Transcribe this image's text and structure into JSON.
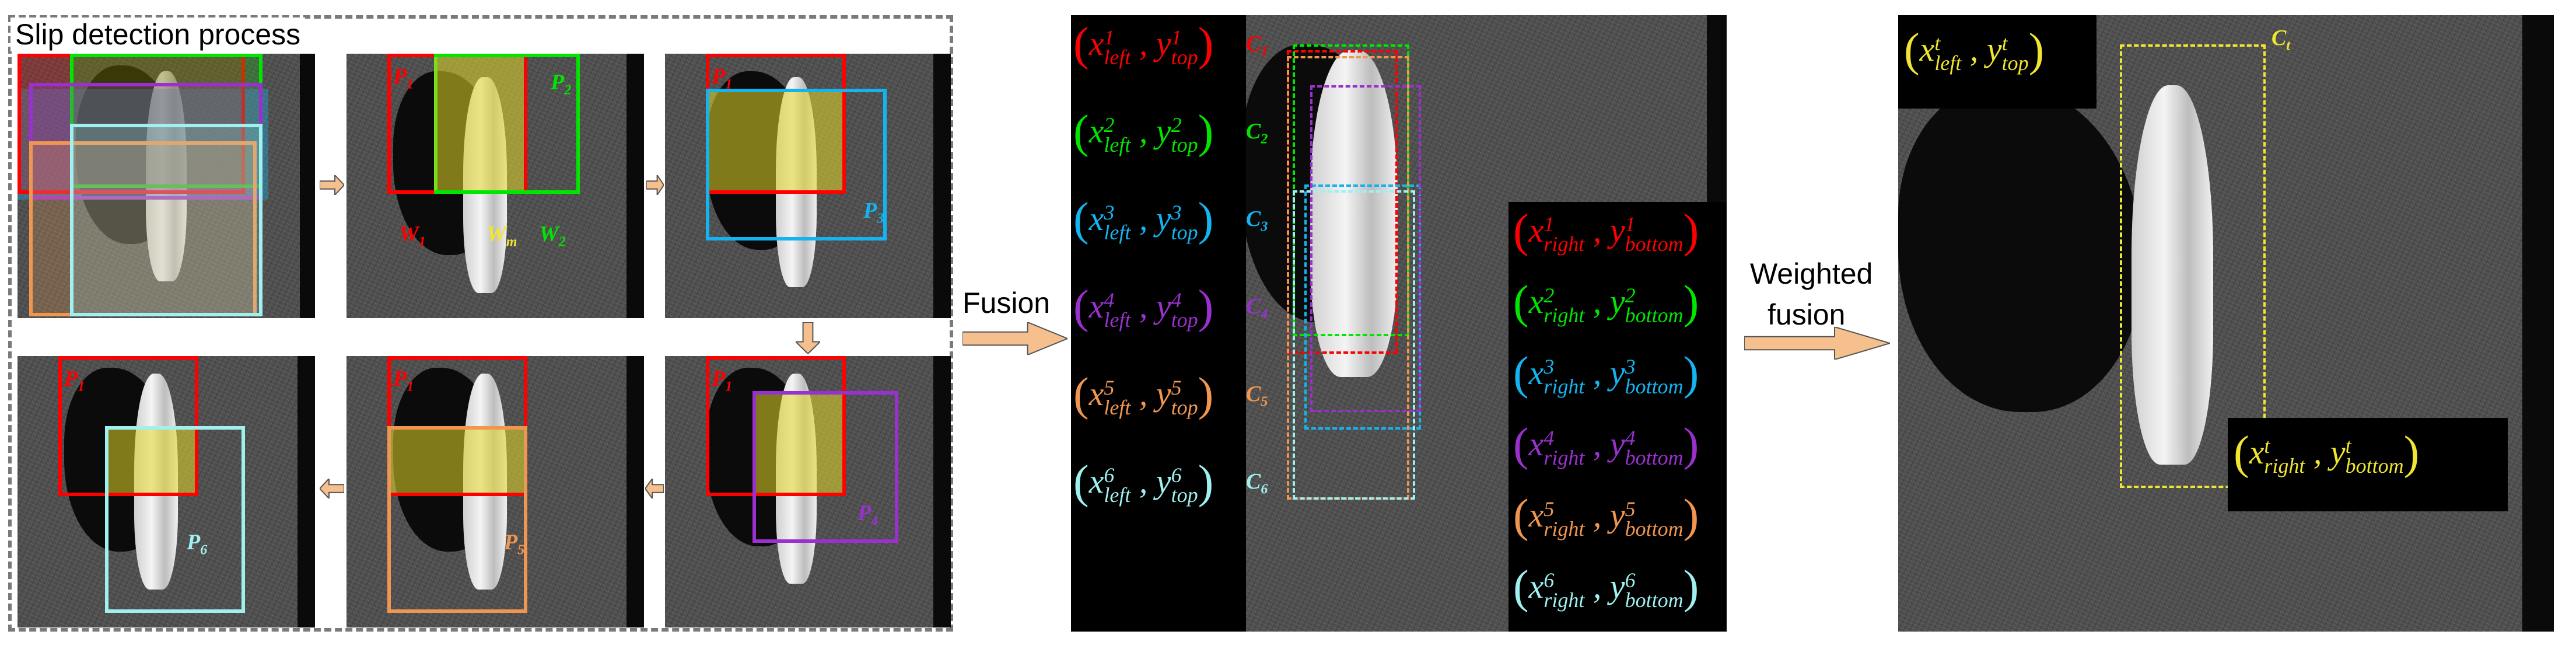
{
  "title": "Slip detection process",
  "fusion_label": "Fusion",
  "weighted_fusion_label": [
    "Weighted",
    "fusion"
  ],
  "colors": {
    "red": "#ff0000",
    "green": "#00e600",
    "cyan": "#14b4f0",
    "purple": "#9b30d0",
    "orange": "#f09650",
    "lightcyan": "#a0f0f0",
    "yellow": "#f0e632",
    "arrow": "#f5c08e"
  },
  "frames": {
    "f1": {
      "labels": []
    },
    "f2": {
      "labels": [
        "P1",
        "P2",
        "W1",
        "Wm",
        "W2"
      ]
    },
    "f3": {
      "labels": [
        "P1",
        "P3"
      ]
    },
    "f4": {
      "labels": [
        "P1",
        "P4"
      ]
    },
    "f5": {
      "labels": [
        "P1",
        "P5"
      ]
    },
    "f6": {
      "labels": [
        "P1",
        "P6"
      ]
    }
  },
  "fusion_panel": {
    "top_left": [
      {
        "base": "x",
        "sup": "1",
        "sub": "left",
        "base2": "y",
        "sup2": "1",
        "sub2": "top",
        "color": "#ff0000"
      },
      {
        "base": "x",
        "sup": "2",
        "sub": "left",
        "base2": "y",
        "sup2": "2",
        "sub2": "top",
        "color": "#00e600"
      },
      {
        "base": "x",
        "sup": "3",
        "sub": "left",
        "base2": "y",
        "sup2": "3",
        "sub2": "top",
        "color": "#14b4f0"
      },
      {
        "base": "x",
        "sup": "4",
        "sub": "left",
        "base2": "y",
        "sup2": "4",
        "sub2": "top",
        "color": "#9b30d0"
      },
      {
        "base": "x",
        "sup": "5",
        "sub": "left",
        "base2": "y",
        "sup2": "5",
        "sub2": "top",
        "color": "#f09650"
      },
      {
        "base": "x",
        "sup": "6",
        "sub": "left",
        "base2": "y",
        "sup2": "6",
        "sub2": "top",
        "color": "#a0f0f0"
      }
    ],
    "c_labels": [
      {
        "base": "C",
        "sub": "1",
        "color": "#ff0000"
      },
      {
        "base": "C",
        "sub": "2",
        "color": "#00e600"
      },
      {
        "base": "C",
        "sub": "3",
        "color": "#14b4f0"
      },
      {
        "base": "C",
        "sub": "4",
        "color": "#9b30d0"
      },
      {
        "base": "C",
        "sub": "5",
        "color": "#f09650"
      },
      {
        "base": "C",
        "sub": "6",
        "color": "#a0f0f0"
      }
    ],
    "bottom_right": [
      {
        "base": "x",
        "sup": "1",
        "sub": "right",
        "base2": "y",
        "sup2": "1",
        "sub2": "bottom",
        "color": "#ff0000"
      },
      {
        "base": "x",
        "sup": "2",
        "sub": "right",
        "base2": "y",
        "sup2": "2",
        "sub2": "bottom",
        "color": "#00e600"
      },
      {
        "base": "x",
        "sup": "3",
        "sub": "right",
        "base2": "y",
        "sup2": "3",
        "sub2": "bottom",
        "color": "#14b4f0"
      },
      {
        "base": "x",
        "sup": "4",
        "sub": "right",
        "base2": "y",
        "sup2": "4",
        "sub2": "bottom",
        "color": "#9b30d0"
      },
      {
        "base": "x",
        "sup": "5",
        "sub": "right",
        "base2": "y",
        "sup2": "5",
        "sub2": "bottom",
        "color": "#f09650"
      },
      {
        "base": "x",
        "sup": "6",
        "sub": "right",
        "base2": "y",
        "sup2": "6",
        "sub2": "bottom",
        "color": "#a0f0f0"
      }
    ]
  },
  "result_panel": {
    "top_left": {
      "base": "x",
      "sup": "t",
      "sub": "left",
      "base2": "y",
      "sup2": "t",
      "sub2": "top"
    },
    "bottom_right": {
      "base": "x",
      "sup": "t",
      "sub": "right",
      "base2": "y",
      "sup2": "t",
      "sub2": "bottom"
    },
    "box_label": {
      "base": "C",
      "sub": "t"
    }
  }
}
